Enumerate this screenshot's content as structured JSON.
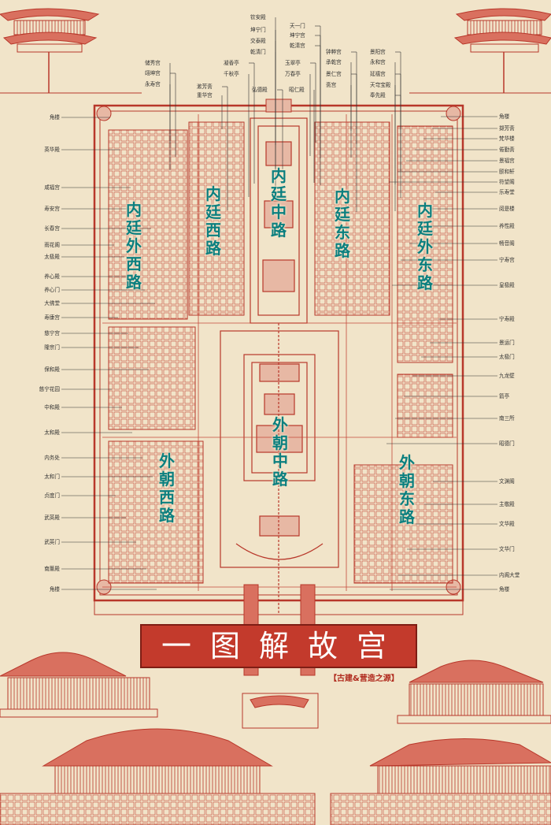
{
  "poster": {
    "title": "一图解故宫",
    "subtitle": "【古建&营造之源】"
  },
  "zones": [
    {
      "id": "inner-outer-west",
      "text": "内廷外西路"
    },
    {
      "id": "inner-west",
      "text": "内廷西路"
    },
    {
      "id": "inner-middle",
      "text": "内廷中路"
    },
    {
      "id": "inner-east",
      "text": "内廷东路"
    },
    {
      "id": "inner-outer-east",
      "text": "内廷外东路"
    },
    {
      "id": "outer-middle",
      "text": "外朝中路"
    },
    {
      "id": "outer-west",
      "text": "外朝西路"
    },
    {
      "id": "outer-east",
      "text": "外朝东路"
    }
  ],
  "labels_left": [
    "角楼",
    "英华殿",
    "咸福宫",
    "寿安宫",
    "长春宫",
    "雨花阁",
    "太极殿",
    "养心殿",
    "养心门",
    "大佛堂",
    "寿康宫",
    "慈宁宫",
    "隆宗门",
    "保和殿",
    "慈宁花园",
    "中和殿",
    "太和殿",
    "内务处",
    "太和门",
    "贞度门",
    "武英殿",
    "武英门",
    "南薰殿",
    "角楼"
  ],
  "labels_right": [
    "角楼",
    "撷芳斋",
    "梵华楼",
    "倦勤斋",
    "景福宫",
    "颐和轩",
    "符望阁",
    "乐寿堂",
    "阅是楼",
    "养性殿",
    "畅音阁",
    "宁寿宫",
    "皇极殿",
    "宁寿殿",
    "景运门",
    "太极门",
    "九龙壁",
    "箭亭",
    "南三所",
    "昭德门",
    "文渊阁",
    "主敬殿",
    "文华殿",
    "文华门",
    "内阁大堂",
    "角楼"
  ],
  "labels_top": [
    "钦安殿",
    "天一门",
    "坤宁门",
    "坤宁宫",
    "交泰殿",
    "乾清宫",
    "乾清门",
    "钟粹宫",
    "承乾宫",
    "景仁宫",
    "斋宫",
    "景阳宫",
    "永和宫",
    "延禧宫",
    "天穹宝殿",
    "奉先殿",
    "储秀宫",
    "翊坤宫",
    "永寿宫",
    "凝香亭",
    "千秋亭",
    "漱芳斋",
    "重华宫",
    "玉翠亭",
    "万春亭",
    "弘德殿",
    "昭仁殿"
  ]
}
